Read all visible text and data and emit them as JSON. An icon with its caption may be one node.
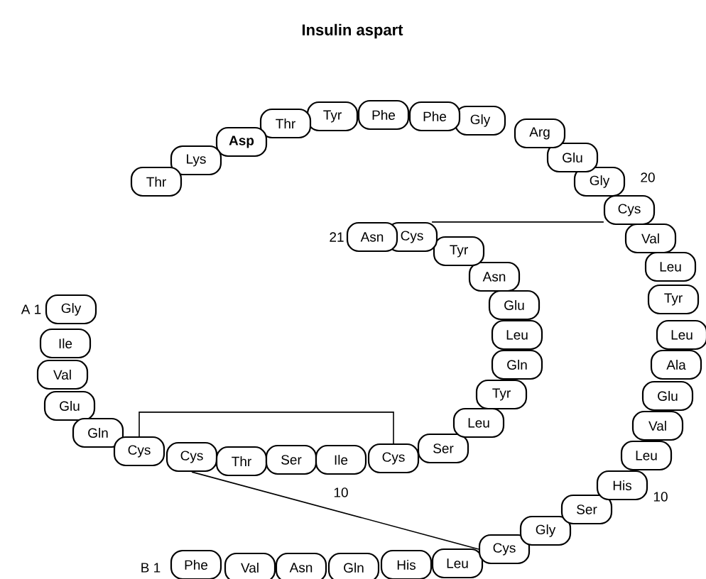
{
  "diagram": {
    "title": "Insulin aspart",
    "nodes": [
      {
        "text": [
          "Gly"
        ],
        "beside": [
          "A 1"
        ]
      },
      {
        "text": [
          "Ile"
        ]
      },
      {
        "text": [
          "Val"
        ]
      },
      {
        "text": [
          "Glu"
        ]
      },
      {
        "text": [
          "Gln"
        ]
      },
      {
        "text": [
          "Cys"
        ]
      },
      {
        "text": [
          "Cys"
        ]
      },
      {
        "text": [
          "Thr"
        ]
      },
      {
        "text": [
          "Ser"
        ]
      },
      {
        "text": [
          "Ile"
        ],
        "beside": [
          "10"
        ]
      },
      {
        "text": [
          "Cys"
        ]
      },
      {
        "text": [
          "Ser"
        ]
      },
      {
        "text": [
          "Leu"
        ]
      },
      {
        "text": [
          "Tyr"
        ]
      },
      {
        "text": [
          "Gln"
        ]
      },
      {
        "text": [
          "Leu"
        ]
      },
      {
        "text": [
          "Glu"
        ]
      },
      {
        "text": [
          "Asn"
        ]
      },
      {
        "text": [
          "Tyr"
        ]
      },
      {
        "text": [
          "Cys"
        ]
      },
      {
        "text": [
          "Asn"
        ],
        "beside": [
          "21"
        ]
      },
      {
        "text": [
          "Phe"
        ],
        "beside": [
          "B 1"
        ]
      },
      {
        "text": [
          "Val"
        ]
      },
      {
        "text": [
          "Asn"
        ]
      },
      {
        "text": [
          "Gln"
        ]
      },
      {
        "text": [
          "His"
        ]
      },
      {
        "text": [
          "Leu"
        ]
      },
      {
        "text": [
          "Cys"
        ]
      },
      {
        "text": [
          "Gly"
        ]
      },
      {
        "text": [
          "Ser"
        ]
      },
      {
        "text": [
          "His"
        ],
        "beside": [
          "10"
        ]
      },
      {
        "text": [
          "Leu"
        ]
      },
      {
        "text": [
          "Val"
        ]
      },
      {
        "text": [
          "Glu"
        ]
      },
      {
        "text": [
          "Ala"
        ]
      },
      {
        "text": [
          "Leu"
        ]
      },
      {
        "text": [
          "Tyr"
        ]
      },
      {
        "text": [
          "Leu"
        ]
      },
      {
        "text": [
          "Val"
        ]
      },
      {
        "text": [
          "Cys"
        ]
      },
      {
        "text": [
          "Gly"
        ],
        "beside": [
          "20"
        ]
      },
      {
        "text": [
          "Glu"
        ]
      },
      {
        "text": [
          "Arg"
        ]
      },
      {
        "text": [
          "Gly"
        ]
      },
      {
        "text": [
          "Phe"
        ]
      },
      {
        "text": [
          "Phe"
        ]
      },
      {
        "text": [
          "Tyr"
        ]
      },
      {
        "text": [
          "Thr"
        ]
      },
      {
        "text": [
          "Asp"
        ]
      },
      {
        "text": [
          "Lys"
        ]
      },
      {
        "text": [
          "Thr"
        ]
      }
    ],
    "edges": [
      {
        "from": 5,
        "to": 10,
        "arrow": "none"
      },
      {
        "from": 6,
        "to": 27,
        "arrow": "none"
      },
      {
        "from": 19,
        "to": 39,
        "arrow": "none"
      }
    ]
  }
}
